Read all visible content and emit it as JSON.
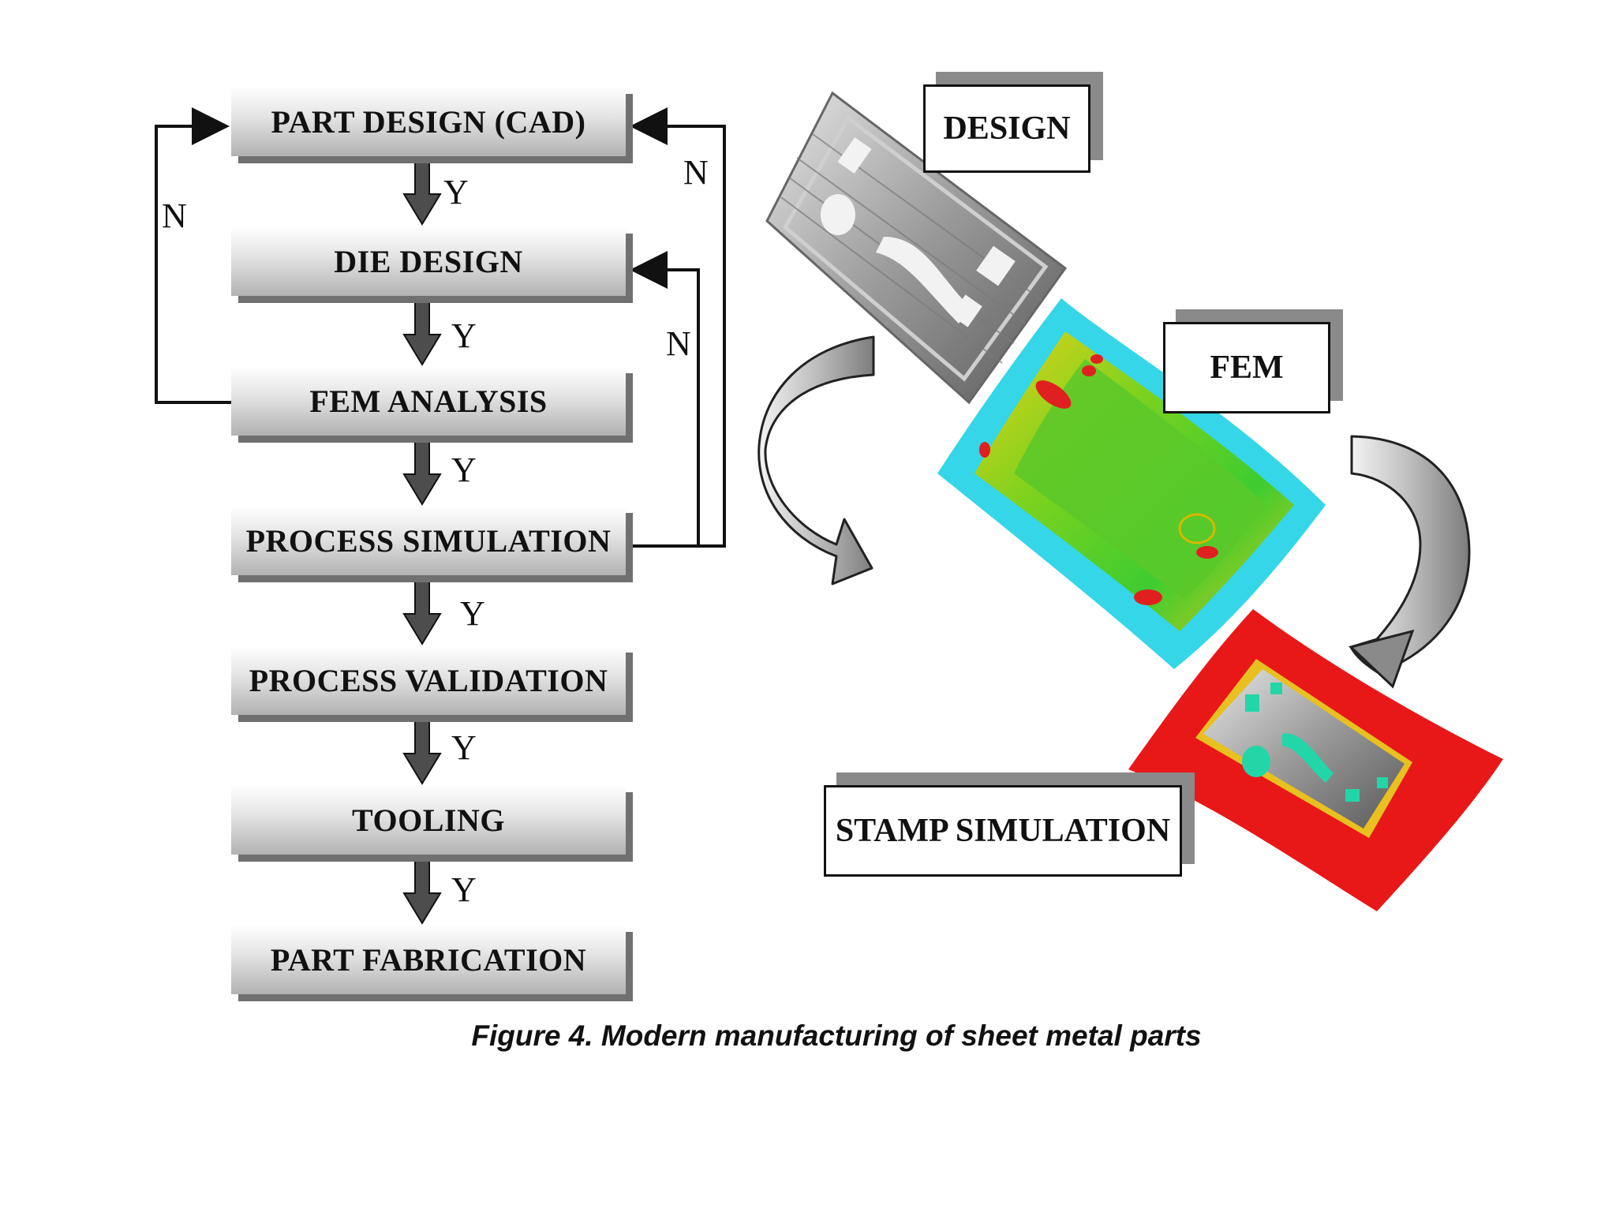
{
  "flowchart": {
    "steps": [
      "PART DESIGN (CAD)",
      "DIE DESIGN",
      "FEM ANALYSIS",
      "PROCESS SIMULATION",
      "PROCESS VALIDATION",
      "TOOLING",
      "PART FABRICATION"
    ],
    "yes_label": "Y",
    "no_label": "N"
  },
  "stages": {
    "design": "DESIGN",
    "fem": "FEM",
    "stamp": "STAMP SIMULATION"
  },
  "caption": "Figure 4. Modern manufacturing of sheet metal parts",
  "colors": {
    "arrow_fill": "#4d4d4d",
    "fem_low": "#35d6e8",
    "fem_mid": "#58c92a",
    "fem_high": "#e8d21a",
    "fem_peak": "#e02020",
    "stamp_sheet": "#e81818",
    "part_grey": "#9a9a9a"
  }
}
